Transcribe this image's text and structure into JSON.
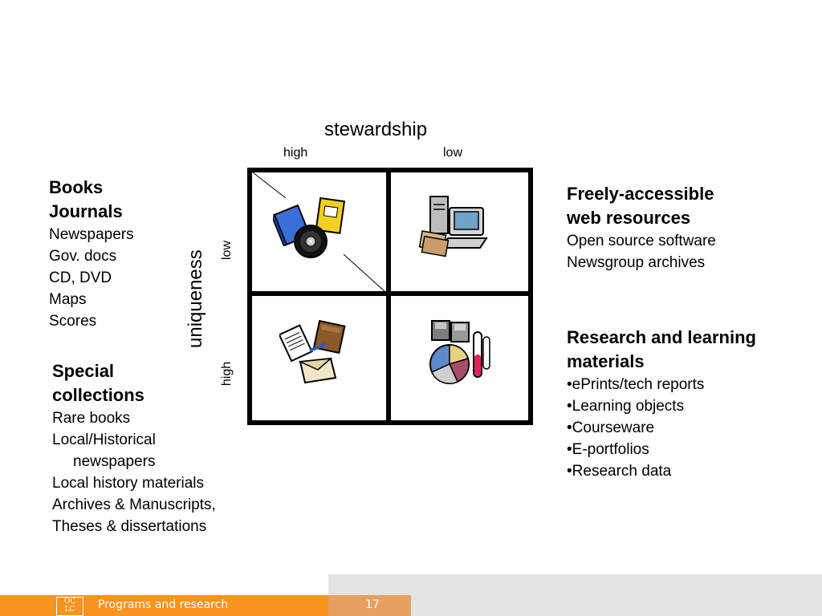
{
  "axes": {
    "x_title": "stewardship",
    "x_ticks": [
      "high",
      "low"
    ],
    "y_title": "uniqueness",
    "y_ticks": [
      "low",
      "high"
    ]
  },
  "left_top": {
    "bold": [
      "Books",
      "Journals"
    ],
    "items": [
      "Newspapers",
      "Gov. docs",
      "CD, DVD",
      "Maps",
      "Scores"
    ]
  },
  "left_bottom": {
    "bold": [
      "Special",
      "collections"
    ],
    "items": [
      "Rare books",
      "Local/Historical",
      "newspapers",
      "Local history materials",
      "Archives & Manuscripts,",
      "Theses & dissertations"
    ]
  },
  "right_top": {
    "bold": [
      "Freely-accessible",
      "web resources"
    ],
    "items": [
      "Open source software",
      "Newsgroup archives"
    ]
  },
  "right_bottom": {
    "bold": [
      "Research and learning",
      "materials"
    ],
    "items": [
      "•ePrints/tech reports",
      "•Learning objects",
      "•Courseware",
      "•E-portfolios",
      "•Research data"
    ]
  },
  "icons": {
    "q1": "books-and-cd-icon",
    "q2": "computer-icon",
    "q3": "documents-and-papers-icon",
    "q4": "data-and-research-icon"
  },
  "footer": {
    "text": "Programs and research",
    "page": "17",
    "logo_top": "OC",
    "logo_bottom": "LC"
  }
}
